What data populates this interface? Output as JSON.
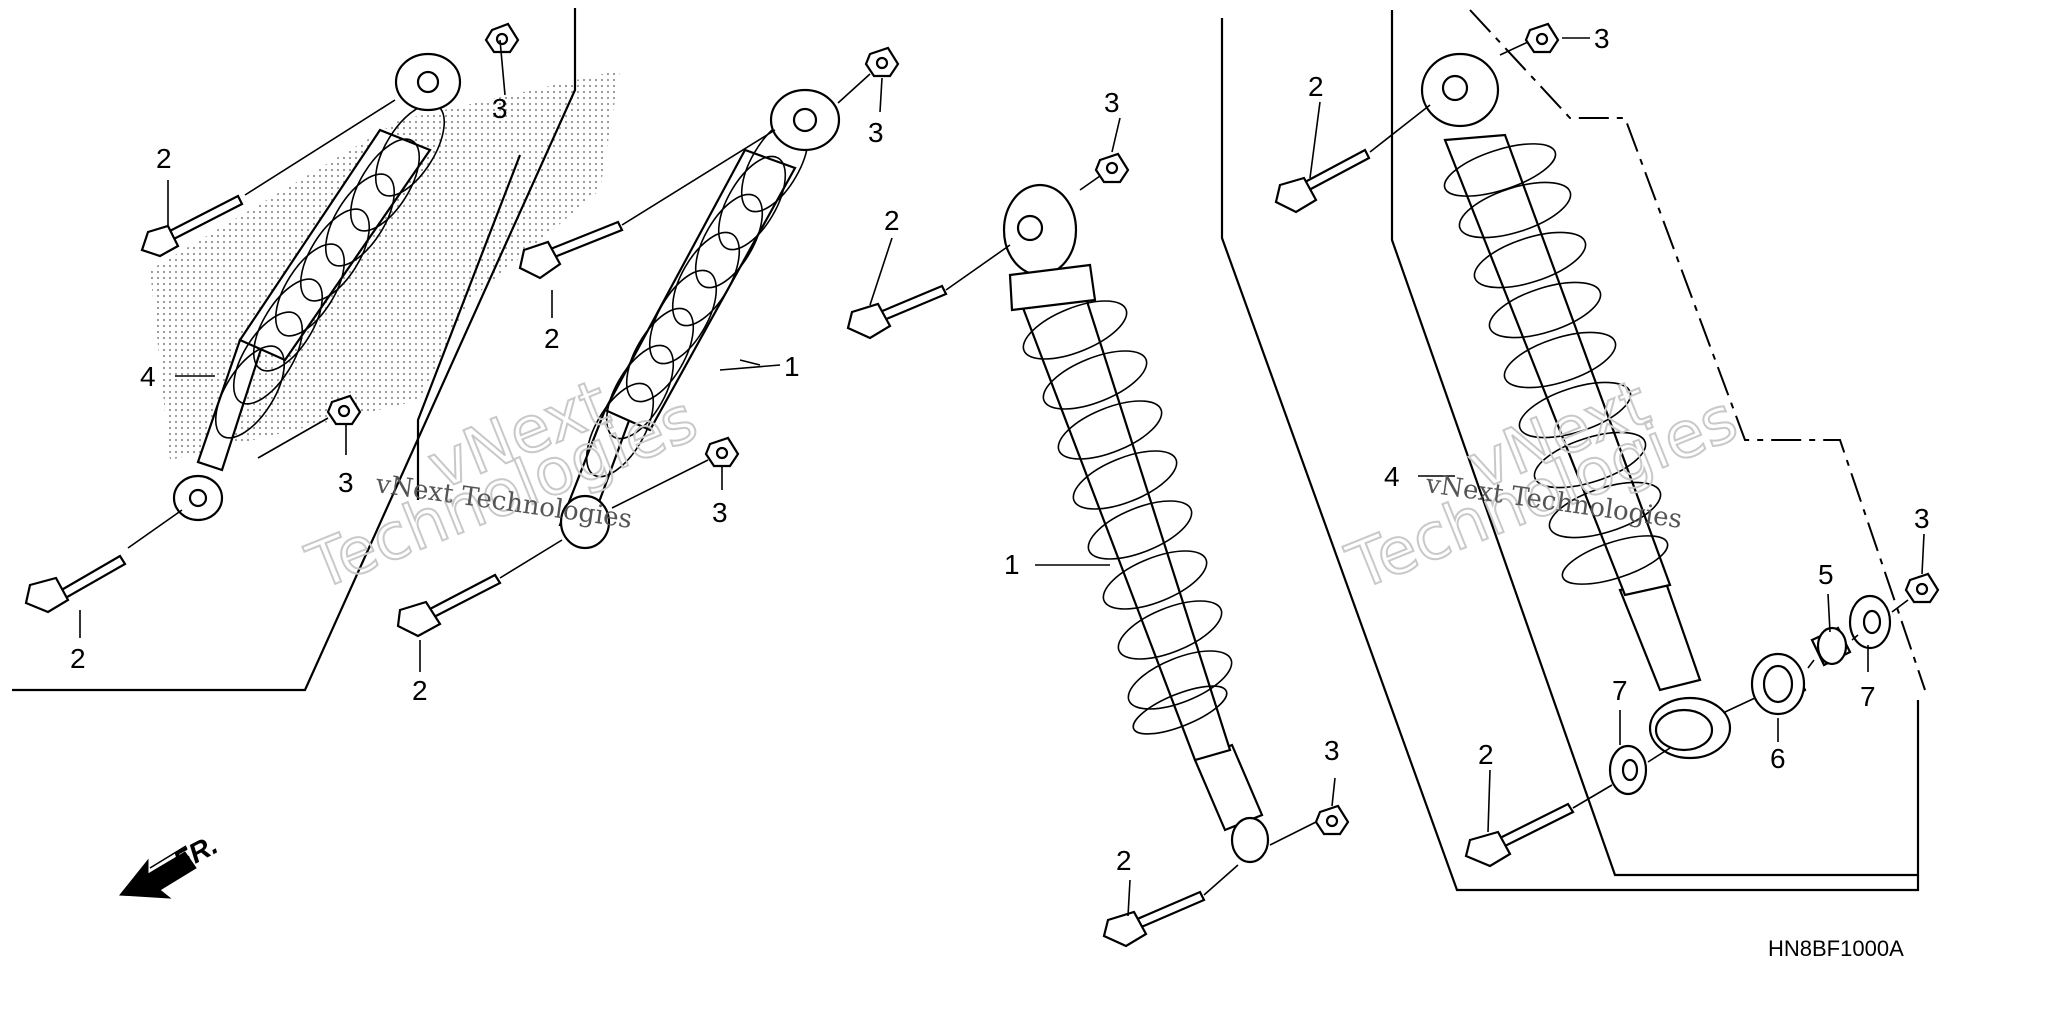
{
  "callouts": {
    "a3top": "3",
    "a2top": "2",
    "a4": "4",
    "a3mid": "3",
    "a2bot": "2",
    "b3top": "3",
    "b2top": "2",
    "b1": "1",
    "b3mid": "3",
    "b2bot": "2",
    "c3top": "3",
    "c2top": "2",
    "c1": "1",
    "c3bot": "3",
    "c2bot": "2",
    "d3top": "3",
    "d2top": "2",
    "d4": "4",
    "d5": "5",
    "d3right": "3",
    "d7right": "7",
    "d6": "6",
    "d7left": "7",
    "d2bot": "2"
  },
  "direction": {
    "label": "FR."
  },
  "diagram_code": "HN8BF1000A",
  "watermarks": {
    "brand_big": "vNext",
    "tech_big": "Technologies",
    "small": "vNext Technologies"
  }
}
